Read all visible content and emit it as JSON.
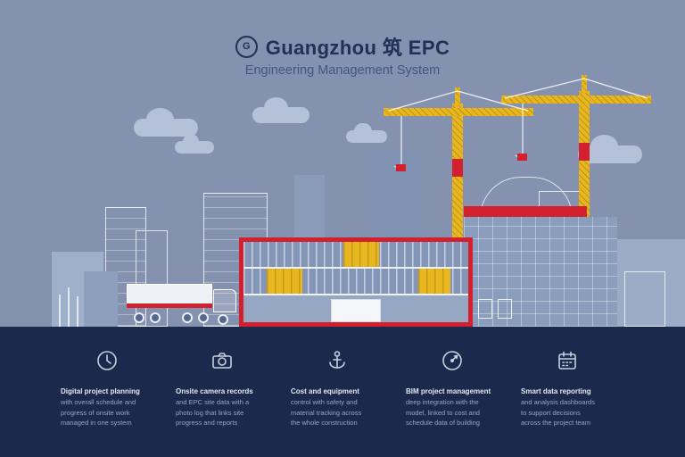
{
  "header": {
    "logo_letter": "G",
    "title_left": "Guangzhou",
    "title_cjk": "筑",
    "title_right": "EPC",
    "subtitle": "Engineering Management System"
  },
  "features": [
    {
      "icon": "clock-icon",
      "title": "Digital project planning",
      "lines": [
        "with overall schedule and",
        "progress of onsite work",
        "managed in one system"
      ]
    },
    {
      "icon": "camera-icon",
      "title": "Onsite camera records",
      "lines": [
        "and EPC site data with a",
        "photo log that links site",
        "progress and reports"
      ]
    },
    {
      "icon": "anchor-icon",
      "title": "Cost and equipment",
      "lines": [
        "control with safety and",
        "material tracking across",
        "the whole construction"
      ]
    },
    {
      "icon": "compass-icon",
      "title": "BIM project management",
      "lines": [
        "deep integration with the",
        "model, linked to cost and",
        "schedule data of building"
      ]
    },
    {
      "icon": "calendar-icon",
      "title": "Smart data reporting",
      "lines": [
        "and analysis dashboards",
        "to support decisions",
        "across the project team"
      ]
    }
  ],
  "colors": {
    "sky": "#8492af",
    "footer": "#1b2a4c",
    "accent_yellow": "#e8b71f",
    "accent_red": "#d2202e",
    "title_navy": "#203158",
    "cloud": "#b5c1d8"
  }
}
